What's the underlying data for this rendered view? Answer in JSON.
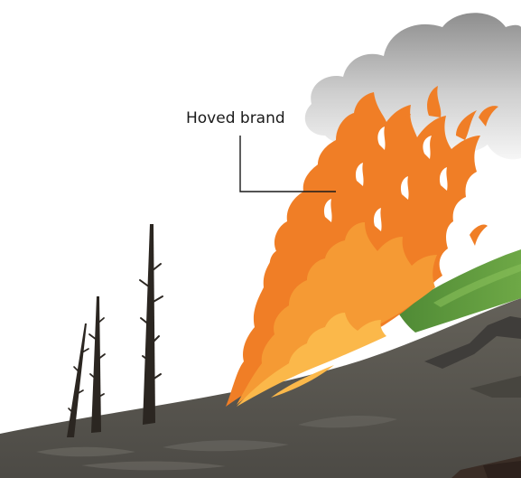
{
  "diagram": {
    "callout_label": "Hoved brand",
    "colors": {
      "background": "#ffffff",
      "ground": "#5a5853",
      "ground_light": "#6d6b66",
      "ground_dark": "#3f3d3a",
      "grass": "#5e9a3f",
      "grass_light": "#78b04e",
      "flame_outer": "#f07e26",
      "flame_mid": "#f59a34",
      "flame_inner": "#fbb84a",
      "smoke_light": "#f1f1f1",
      "smoke_dark": "#9d9d9d",
      "tree": "#2b2621",
      "leader_line": "#1a1a1a"
    },
    "icons": [
      "smoke-cloud",
      "burnt-tree",
      "flame",
      "hillside",
      "grass"
    ]
  }
}
